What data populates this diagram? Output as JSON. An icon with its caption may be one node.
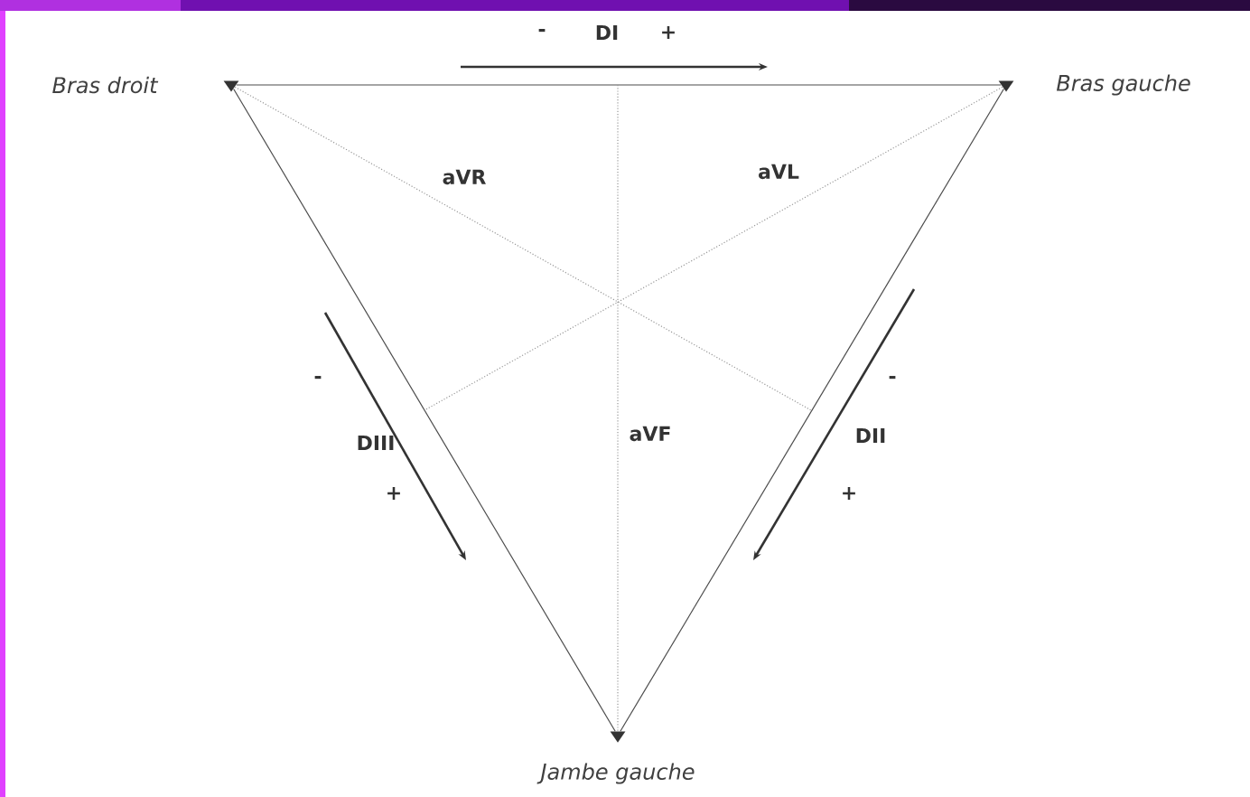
{
  "diagram": {
    "nodes": [
      {
        "text": [],
        "shape": "triangle",
        "beside": [
          "Bras droit"
        ]
      },
      {
        "text": [],
        "shape": "triangle",
        "beside": [
          "Bras gauche"
        ]
      },
      {
        "text": [],
        "shape": "triangle",
        "beside": [
          "Jambe gauche"
        ]
      }
    ],
    "edges": [
      {
        "from": 0,
        "to": 1,
        "arrow": "none"
      },
      {
        "from": 1,
        "to": 2,
        "arrow": "none"
      },
      {
        "from": 0,
        "to": 2,
        "arrow": "none"
      },
      {
        "from": 0,
        "to": null,
        "arrow": "none",
        "label": "aVR",
        "style": "dashed"
      },
      {
        "from": 1,
        "to": null,
        "arrow": "none",
        "label": "aVL",
        "style": "dashed"
      },
      {
        "from": null,
        "to": 2,
        "arrow": "none",
        "label": "aVF",
        "style": "dashed"
      }
    ],
    "labels": [
      "-",
      "DI",
      "+",
      "-",
      "DIII",
      "+",
      "-",
      "DII",
      "+"
    ]
  }
}
